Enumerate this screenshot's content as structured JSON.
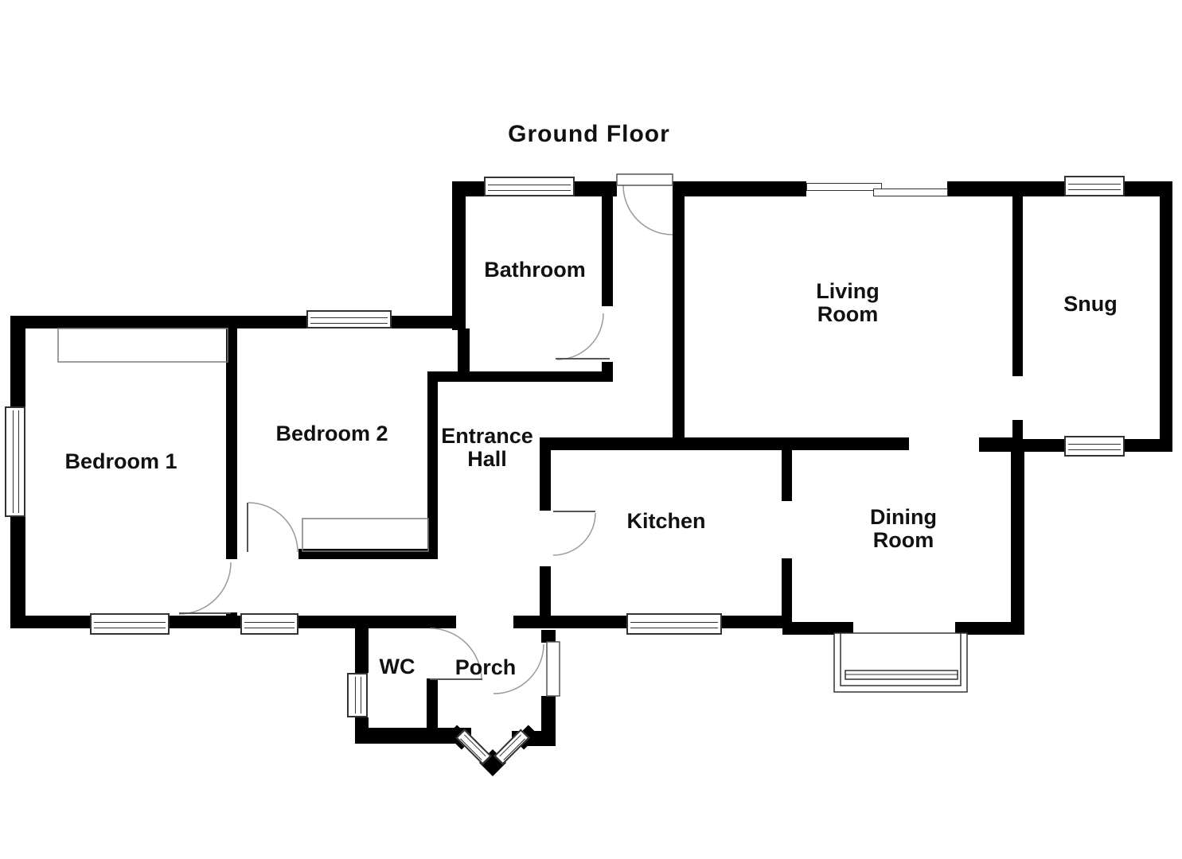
{
  "title": "Ground Floor",
  "rooms": {
    "bathroom": {
      "label": "Bathroom"
    },
    "living": {
      "label": "Living Room"
    },
    "snug": {
      "label": "Snug"
    },
    "bedroom1": {
      "label": "Bedroom 1"
    },
    "bedroom2": {
      "label": "Bedroom 2"
    },
    "hall": {
      "label": "Entrance Hall"
    },
    "kitchen": {
      "label": "Kitchen"
    },
    "dining": {
      "label": "Dining Room"
    },
    "wc": {
      "label": "WC"
    },
    "porch": {
      "label": "Porch"
    }
  },
  "colors": {
    "wall": "#000000",
    "floor": "#ffffff",
    "thin": "#333333",
    "arc": "#9a9a9a",
    "leaf": "#555555",
    "furniture": "#7d7d7d",
    "text": "#111111"
  }
}
